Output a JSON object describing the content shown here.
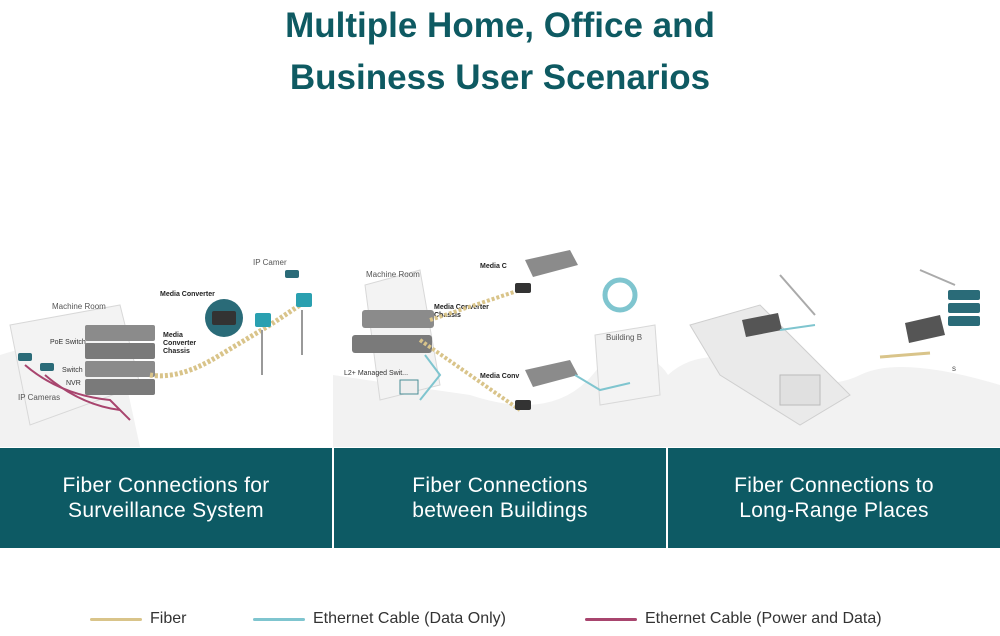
{
  "header": {
    "title_line1": "Multiple Home, Office and",
    "title_line2": "Business User Scenarios"
  },
  "illustration": {
    "left": {
      "machine_room": "Machine Room",
      "poe_switch": "PoE Switch",
      "switch": "Switch",
      "nvr": "NVR",
      "ip_cameras": "IP Cameras",
      "media_converter": "Media Converter",
      "media_converter_chassis": "Media Converter Chassis",
      "ip_camera": "IP Camer"
    },
    "middle": {
      "machine_room": "Machine Room",
      "chassis": "Media Converter Chassis",
      "l2_switch": "L2+ Managed Swit...",
      "media_top": "Media C",
      "media_bottom": "Media Conv",
      "building_b": "Building B"
    },
    "right": {
      "label_s": "s"
    }
  },
  "panels": [
    {
      "line1": "Fiber Connections for",
      "line2": "Surveillance System"
    },
    {
      "line1": "Fiber Connections",
      "line2": "between Buildings"
    },
    {
      "line1": "Fiber Connections to",
      "line2": "Long-Range Places"
    }
  ],
  "legend": {
    "fiber": {
      "label": "Fiber",
      "color": "#d9c48a"
    },
    "ethernet_data": {
      "label": "Ethernet Cable (Data Only)",
      "color": "#7fc5cf"
    },
    "ethernet_power": {
      "label": "Ethernet Cable (Power and Data)",
      "color": "#a8456e"
    }
  },
  "colors": {
    "brand_teal": "#0d5a64",
    "title_teal": "#0e5a62"
  }
}
